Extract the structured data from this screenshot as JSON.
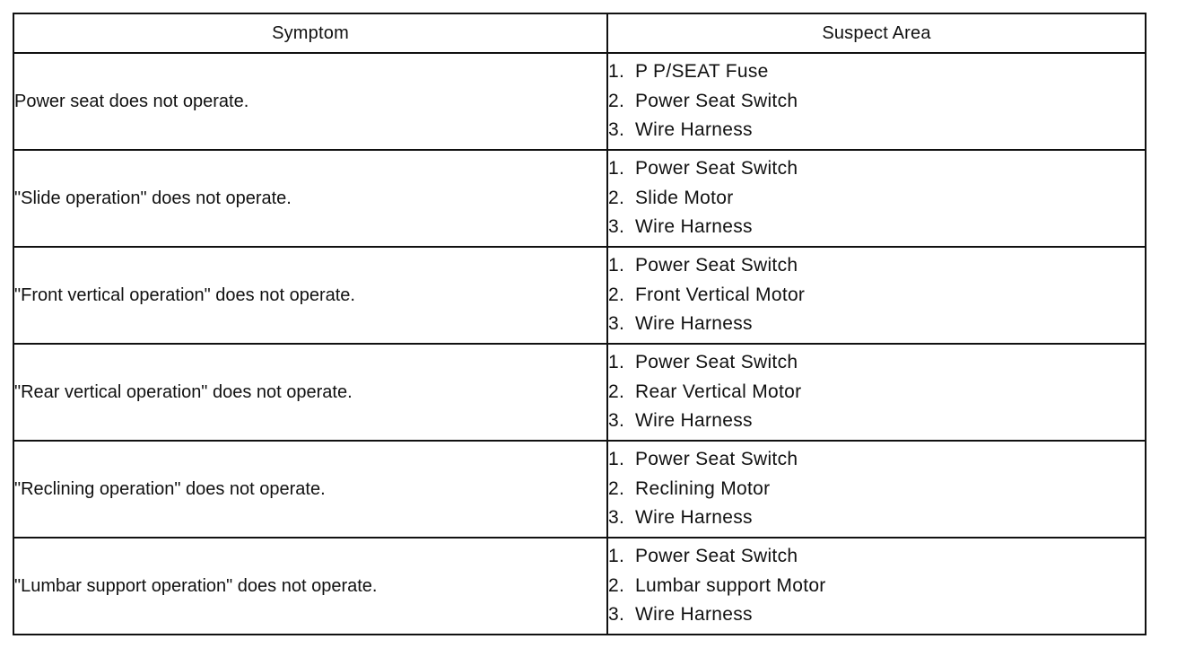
{
  "table": {
    "headers": {
      "symptom": "Symptom",
      "suspect_area": "Suspect Area"
    },
    "rows": [
      {
        "symptom": "Power seat does not operate.",
        "suspects": [
          {
            "num": "1.",
            "text": "P P/SEAT Fuse"
          },
          {
            "num": "2.",
            "text": "Power Seat Switch"
          },
          {
            "num": "3.",
            "text": "Wire Harness"
          }
        ]
      },
      {
        "symptom": "\"Slide operation\" does not operate.",
        "suspects": [
          {
            "num": "1.",
            "text": "Power Seat Switch"
          },
          {
            "num": "2.",
            "text": "Slide Motor"
          },
          {
            "num": "3.",
            "text": "Wire Harness"
          }
        ]
      },
      {
        "symptom": "\"Front vertical operation\" does not operate.",
        "suspects": [
          {
            "num": "1.",
            "text": "Power Seat Switch"
          },
          {
            "num": "2.",
            "text": "Front Vertical Motor"
          },
          {
            "num": "3.",
            "text": "Wire Harness"
          }
        ]
      },
      {
        "symptom": "\"Rear vertical operation\" does not operate.",
        "suspects": [
          {
            "num": "1.",
            "text": "Power Seat Switch"
          },
          {
            "num": "2.",
            "text": "Rear Vertical Motor"
          },
          {
            "num": "3.",
            "text": "Wire Harness"
          }
        ]
      },
      {
        "symptom": "\"Reclining operation\" does not operate.",
        "suspects": [
          {
            "num": "1.",
            "text": "Power Seat Switch"
          },
          {
            "num": "2.",
            "text": "Reclining Motor"
          },
          {
            "num": "3.",
            "text": "Wire Harness"
          }
        ]
      },
      {
        "symptom": "\"Lumbar support operation\" does not operate.",
        "suspects": [
          {
            "num": "1.",
            "text": "Power Seat Switch"
          },
          {
            "num": "2.",
            "text": "Lumbar support Motor"
          },
          {
            "num": "3.",
            "text": "Wire Harness"
          }
        ]
      }
    ]
  }
}
